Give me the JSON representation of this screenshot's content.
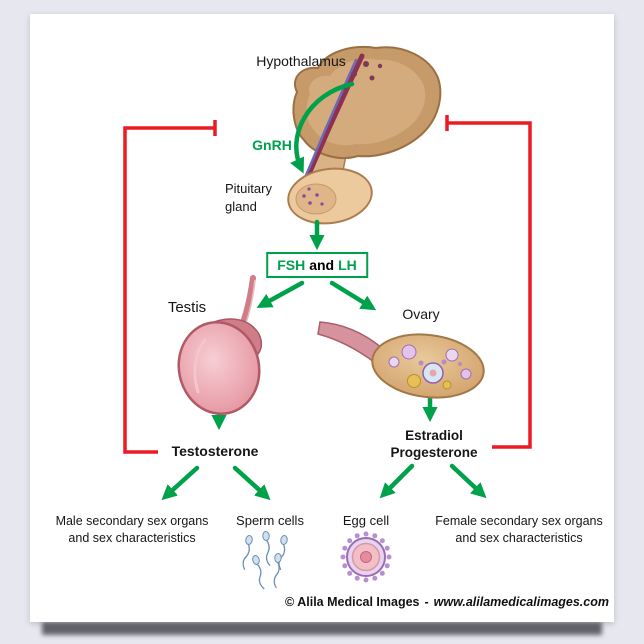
{
  "colors": {
    "arrow_green": "#00A14B",
    "inhibit_red": "#EC1B23",
    "poster_bg": "#ffffff",
    "outer_bg": "#e7e7ef"
  },
  "diagram": {
    "hypothalamus_label": "Hypothalamus",
    "gnrh_label": "GnRH",
    "pituitary_label_line1": "Pituitary",
    "pituitary_label_line2": "gland",
    "hormone_box": {
      "fsh": "FSH",
      "and": "and",
      "lh": "LH"
    },
    "testis_label": "Testis",
    "ovary_label": "Ovary",
    "testosterone_label": "Testosterone",
    "estradiol_label_line1": "Estradiol",
    "estradiol_label_line2": "Progesterone",
    "male_outcome_line1": "Male secondary sex organs",
    "male_outcome_line2": "and sex characteristics",
    "sperm_label": "Sperm cells",
    "egg_label": "Egg cell",
    "female_outcome_line1": "Female secondary sex organs",
    "female_outcome_line2": "and sex characteristics"
  },
  "footer": {
    "copyright": "© Alila Medical Images",
    "dash": "-",
    "website": "www.alilamedicalimages.com"
  }
}
